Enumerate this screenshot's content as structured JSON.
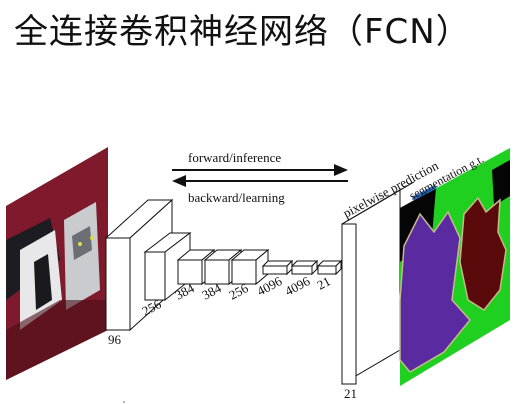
{
  "title": "全连接卷积神经网络（FCN）",
  "arrows": {
    "forward": "forward/inference",
    "backward": "backward/learning"
  },
  "labels": {
    "pixelwise": "pixelwise prediction",
    "segmentation": "segmentation g.t."
  },
  "layers": [
    "96",
    "256",
    "384",
    "384",
    "256",
    "4096",
    "4096",
    "21"
  ],
  "output_label": "21",
  "colors": {
    "seg_green": "#1fd020",
    "seg_purple": "#5a2aa0",
    "seg_maroon": "#5a0a0a",
    "seg_black": "#050505",
    "seg_tan": "#c8b98a",
    "highlight_blue": "#2a6cc0",
    "photo_red": "#8e1b2e"
  }
}
